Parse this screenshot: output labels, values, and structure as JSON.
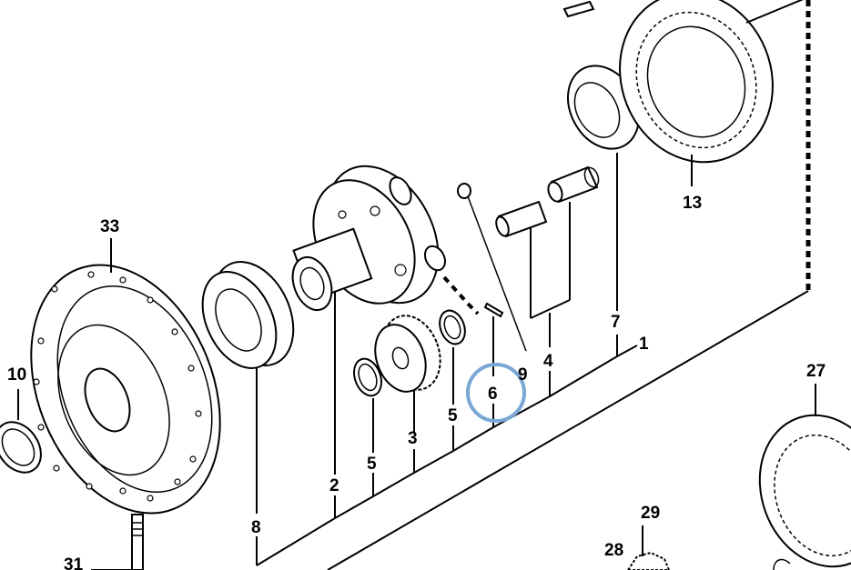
{
  "diagram": {
    "callouts": [
      "33",
      "13",
      "10",
      "8",
      "2",
      "5",
      "3",
      "6",
      "9",
      "4",
      "7",
      "1",
      "27",
      "29",
      "28",
      "31"
    ],
    "callouts_secondary": {
      "5b": "5"
    },
    "highlight_color": "#7aa7d6",
    "line_color": "#000000",
    "background": "#ffffff"
  }
}
